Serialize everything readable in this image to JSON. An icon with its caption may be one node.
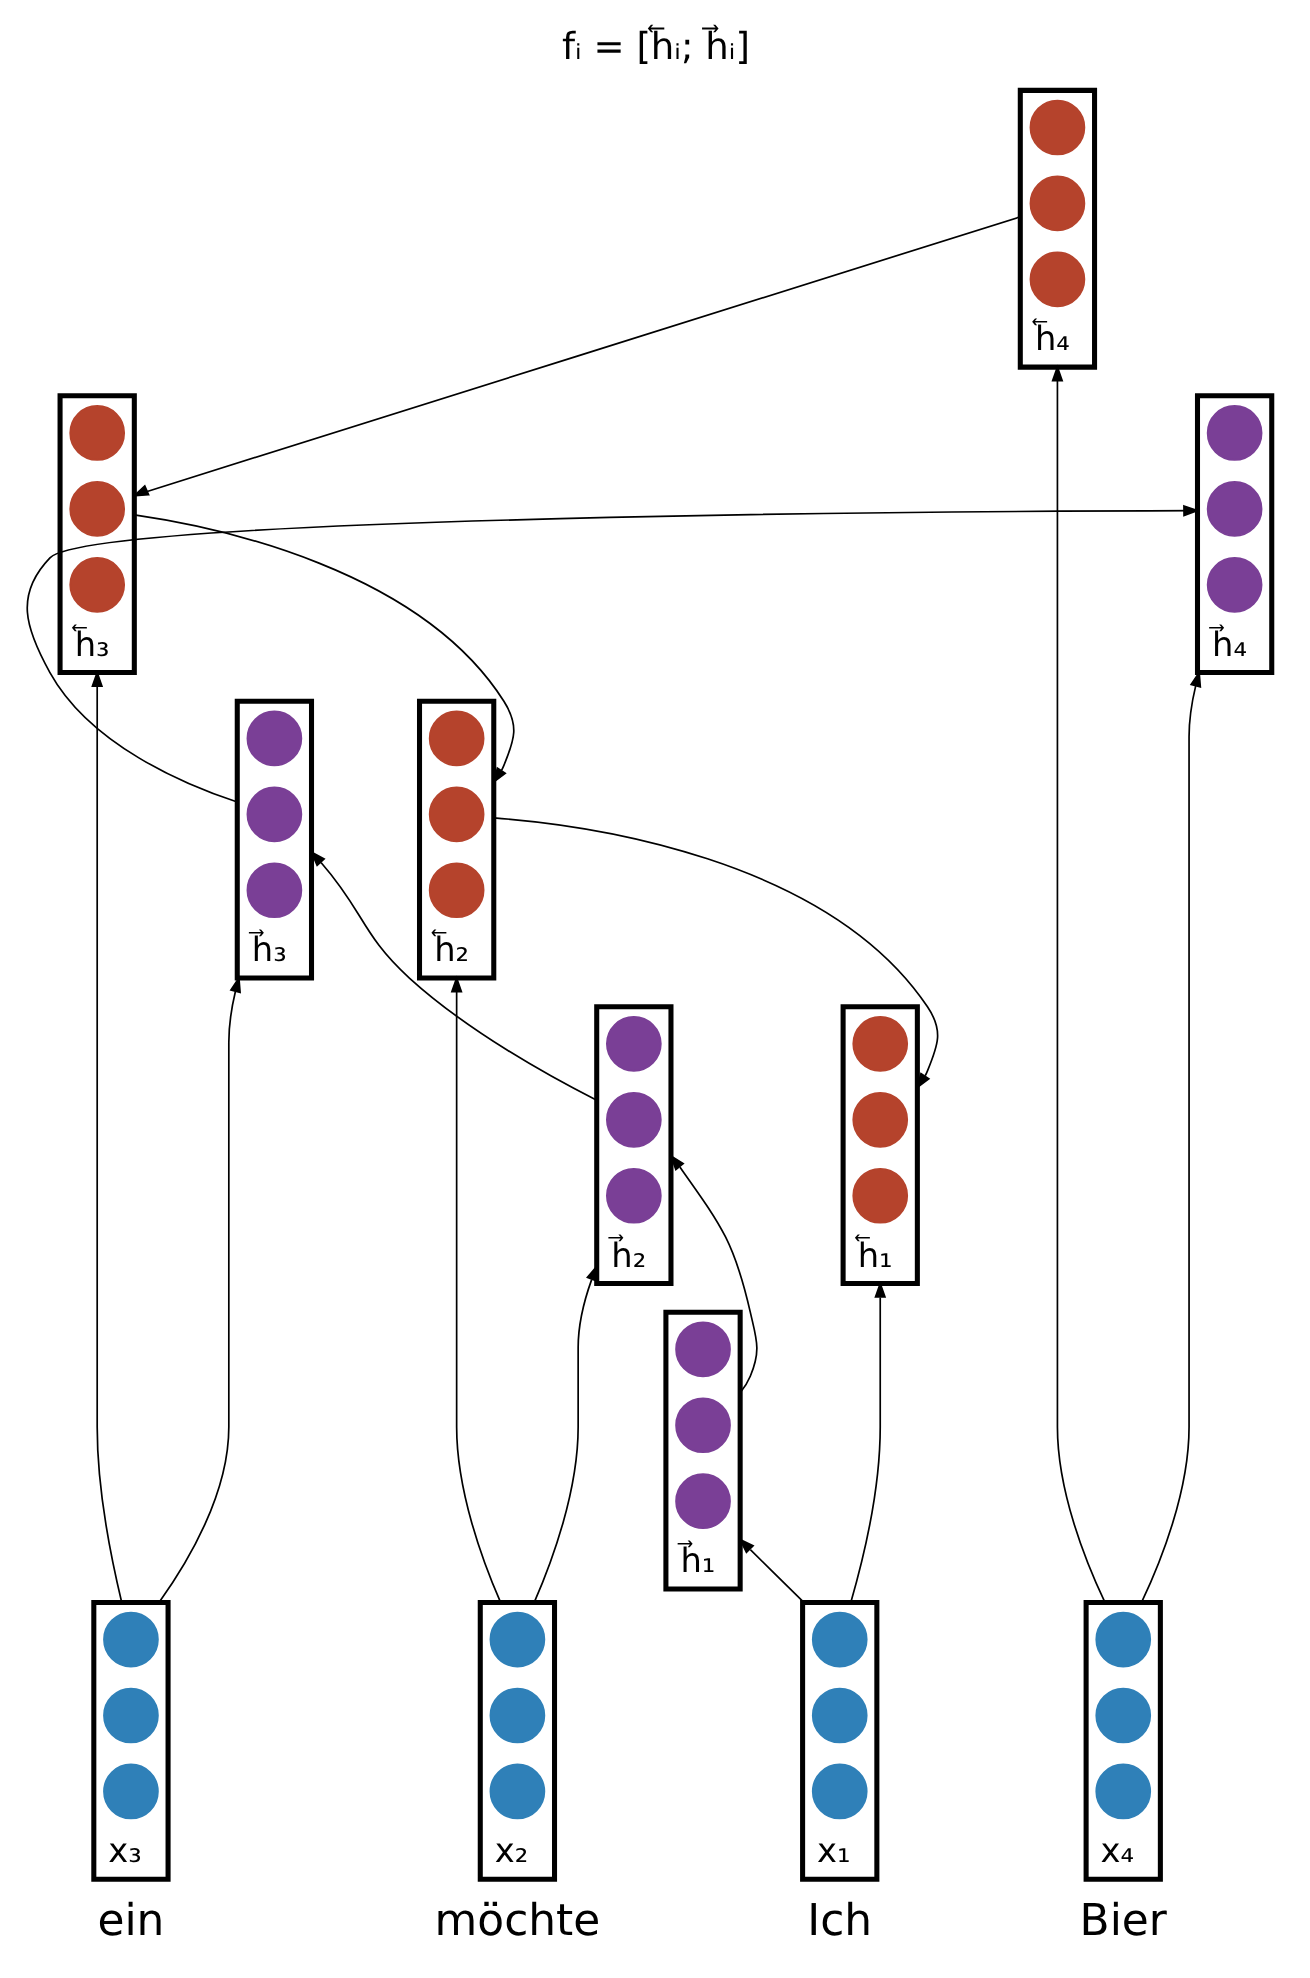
{
  "diagram": {
    "title": "fᵢ = [h⃖ᵢ; h⃗ᵢ]",
    "nodes": [
      {
        "text": [
          "h⃖₁"
        ]
      },
      {
        "text": [],
        "shape": "circle",
        "in": 0
      },
      {
        "text": [],
        "shape": "circle",
        "in": 0
      },
      {
        "text": [],
        "shape": "circle",
        "in": 0
      },
      {
        "text": [
          "h⃖₂"
        ]
      },
      {
        "text": [],
        "shape": "circle",
        "in": 4
      },
      {
        "text": [],
        "shape": "circle",
        "in": 4
      },
      {
        "text": [],
        "shape": "circle",
        "in": 4
      },
      {
        "text": [
          "h⃖₃"
        ]
      },
      {
        "text": [],
        "shape": "circle",
        "in": 8
      },
      {
        "text": [],
        "shape": "circle",
        "in": 8
      },
      {
        "text": [],
        "shape": "circle",
        "in": 8
      },
      {
        "text": [
          "h⃖₄"
        ]
      },
      {
        "text": [],
        "shape": "circle",
        "in": 12
      },
      {
        "text": [],
        "shape": "circle",
        "in": 12
      },
      {
        "text": [],
        "shape": "circle",
        "in": 12
      },
      {
        "text": [
          "h⃗₁"
        ]
      },
      {
        "text": [],
        "shape": "circle",
        "in": 16
      },
      {
        "text": [],
        "shape": "circle",
        "in": 16
      },
      {
        "text": [],
        "shape": "circle",
        "in": 16
      },
      {
        "text": [
          "h⃗₂"
        ]
      },
      {
        "text": [],
        "shape": "circle",
        "in": 20
      },
      {
        "text": [],
        "shape": "circle",
        "in": 20
      },
      {
        "text": [],
        "shape": "circle",
        "in": 20
      },
      {
        "text": [
          "h⃗₃"
        ]
      },
      {
        "text": [],
        "shape": "circle",
        "in": 24
      },
      {
        "text": [],
        "shape": "circle",
        "in": 24
      },
      {
        "text": [],
        "shape": "circle",
        "in": 24
      },
      {
        "text": [
          "h⃗₄"
        ]
      },
      {
        "text": [],
        "shape": "circle",
        "in": 28
      },
      {
        "text": [],
        "shape": "circle",
        "in": 28
      },
      {
        "text": [],
        "shape": "circle",
        "in": 28
      },
      {
        "text": [
          "x₁"
        ],
        "beside": [
          "Ich"
        ]
      },
      {
        "text": [],
        "shape": "circle",
        "in": 32
      },
      {
        "text": [],
        "shape": "circle",
        "in": 32
      },
      {
        "text": [],
        "shape": "circle",
        "in": 32
      },
      {
        "text": [
          "x₂"
        ],
        "beside": [
          "möchte"
        ]
      },
      {
        "text": [],
        "shape": "circle",
        "in": 36
      },
      {
        "text": [],
        "shape": "circle",
        "in": 36
      },
      {
        "text": [],
        "shape": "circle",
        "in": 36
      },
      {
        "text": [
          "x₃"
        ],
        "beside": [
          "ein"
        ]
      },
      {
        "text": [],
        "shape": "circle",
        "in": 40
      },
      {
        "text": [],
        "shape": "circle",
        "in": 40
      },
      {
        "text": [],
        "shape": "circle",
        "in": 40
      },
      {
        "text": [
          "x₄"
        ],
        "beside": [
          "Bier"
        ]
      },
      {
        "text": [],
        "shape": "circle",
        "in": 44
      },
      {
        "text": [],
        "shape": "circle",
        "in": 44
      },
      {
        "text": [],
        "shape": "circle",
        "in": 44
      }
    ],
    "edges": [
      {
        "from": 4,
        "to": 0,
        "arrow": "to"
      },
      {
        "from": 8,
        "to": 4,
        "arrow": "to"
      },
      {
        "from": 12,
        "to": 8,
        "arrow": "to"
      },
      {
        "from": 16,
        "to": 20,
        "arrow": "to"
      },
      {
        "from": 20,
        "to": 24,
        "arrow": "to"
      },
      {
        "from": 24,
        "to": 28,
        "arrow": "to"
      },
      {
        "from": 32,
        "to": 16,
        "arrow": "to"
      },
      {
        "from": 36,
        "to": 20,
        "arrow": "to"
      },
      {
        "from": 40,
        "to": 24,
        "arrow": "to"
      },
      {
        "from": 44,
        "to": 28,
        "arrow": "to"
      },
      {
        "from": 32,
        "to": 0,
        "arrow": "to"
      },
      {
        "from": 36,
        "to": 4,
        "arrow": "to"
      },
      {
        "from": 40,
        "to": 8,
        "arrow": "to"
      },
      {
        "from": 44,
        "to": 12,
        "arrow": "to"
      }
    ]
  }
}
